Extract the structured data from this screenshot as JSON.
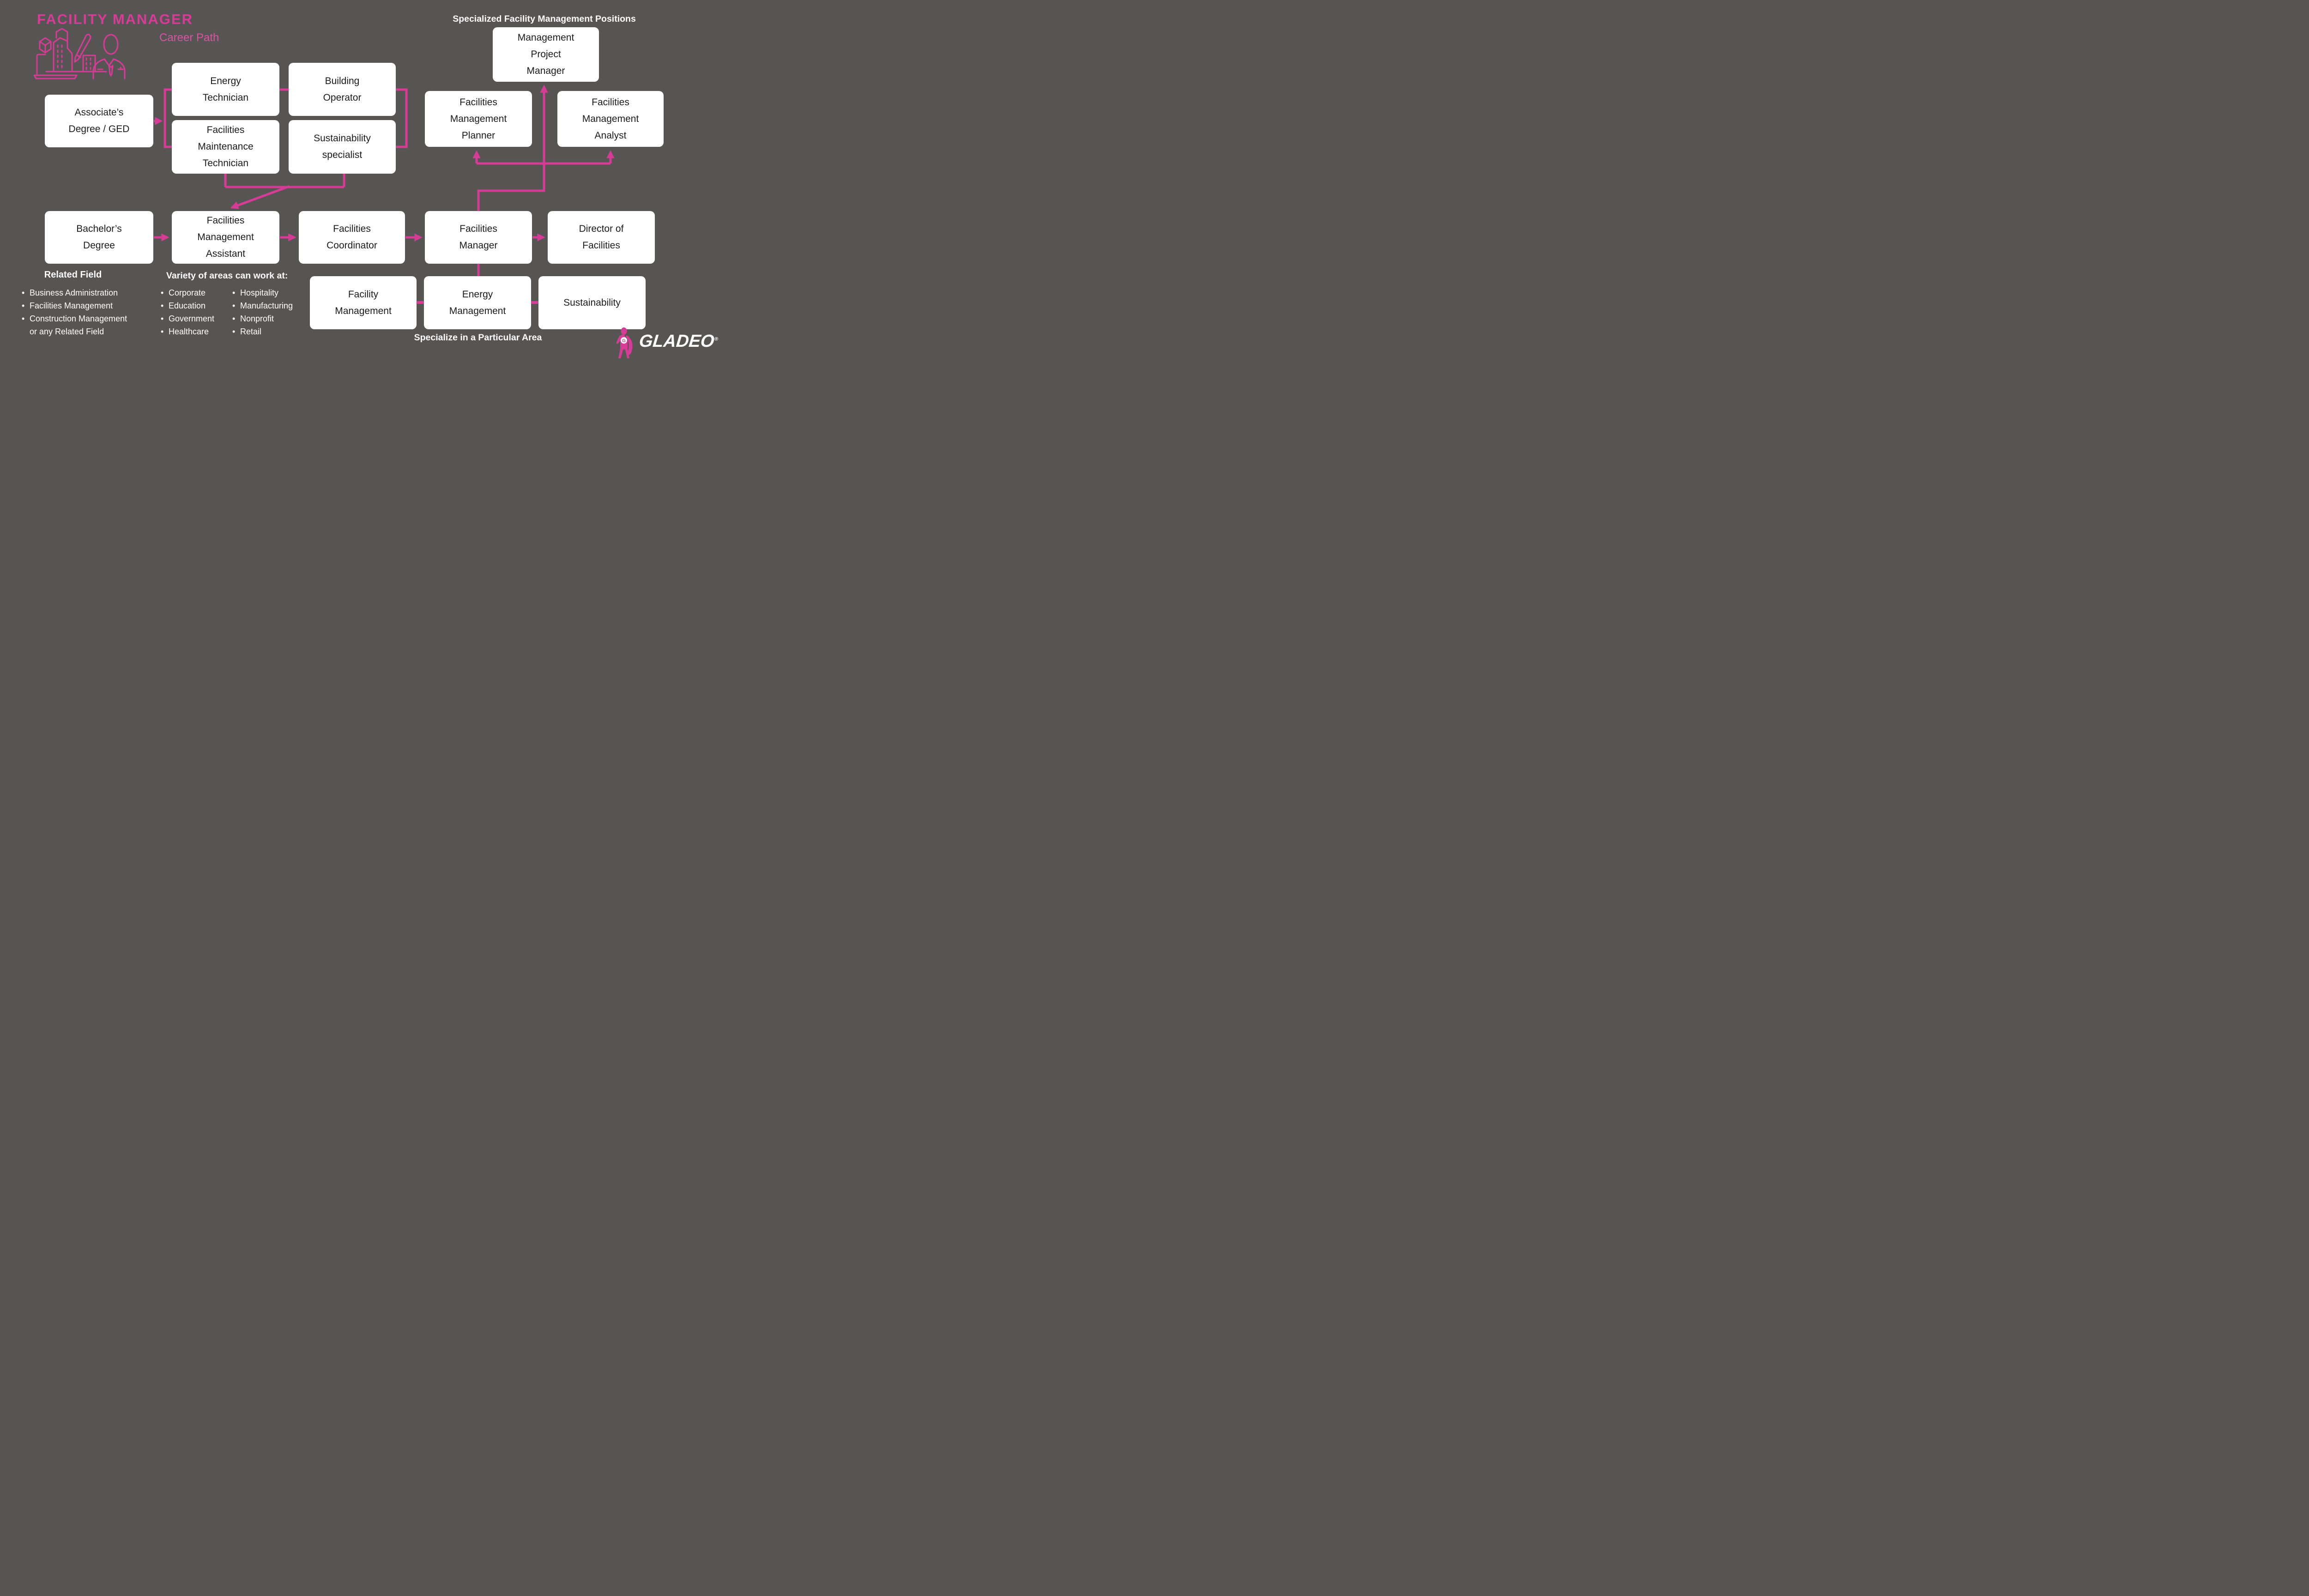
{
  "page": {
    "background_color": "#575454",
    "accent_pink": "#d63c96",
    "box_color": "#ffffff",
    "box_text_color": "#1b1b1b"
  },
  "header": {
    "title": "FACILITY MANAGER",
    "subtitle": "Career Path"
  },
  "sections": {
    "specialized_heading": "Specialized Facility Management Positions",
    "specialize_caption": "Specialize in a Particular Area"
  },
  "nodes": {
    "associates_degree": {
      "label": "Associate’s\nDegree / GED"
    },
    "energy_technician": {
      "label": "Energy\nTechnician"
    },
    "building_operator": {
      "label": "Building\nOperator"
    },
    "facilities_maintenance_technician": {
      "label": "Facilities\nMaintenance\nTechnician"
    },
    "sustainability_specialist": {
      "label": "Sustainability\nspecialist"
    },
    "management_project_manager": {
      "label": "Management\nProject\nManager"
    },
    "facilities_management_planner": {
      "label": "Facilities\nManagement\nPlanner"
    },
    "facilities_management_analyst": {
      "label": "Facilities\nManagement\nAnalyst"
    },
    "bachelors_degree": {
      "label": "Bachelor’s\nDegree"
    },
    "facilities_management_assistant": {
      "label": "Facilities\nManagement\nAssistant"
    },
    "facilities_coordinator": {
      "label": "Facilities\nCoordinator"
    },
    "facilities_manager": {
      "label": "Facilities\nManager"
    },
    "director_of_facilities": {
      "label": "Director of\nFacilities"
    },
    "facility_management": {
      "label": "Facility\nManagement"
    },
    "energy_management": {
      "label": "Energy\nManagement"
    },
    "sustainability": {
      "label": "Sustainability"
    }
  },
  "related_field": {
    "heading": "Related Field",
    "items": [
      "Business Administration",
      "Facilities Management",
      "Construction Management\nor any Related Field"
    ]
  },
  "work_areas": {
    "heading": "Variety of areas can work at:",
    "col1": [
      "Corporate",
      "Education",
      "Government",
      "Healthcare"
    ],
    "col2": [
      "Hospitality",
      "Manufacturing",
      "Nonprofit",
      "Retail"
    ]
  },
  "footer": {
    "brand": "GLADEO",
    "registered": "®"
  }
}
